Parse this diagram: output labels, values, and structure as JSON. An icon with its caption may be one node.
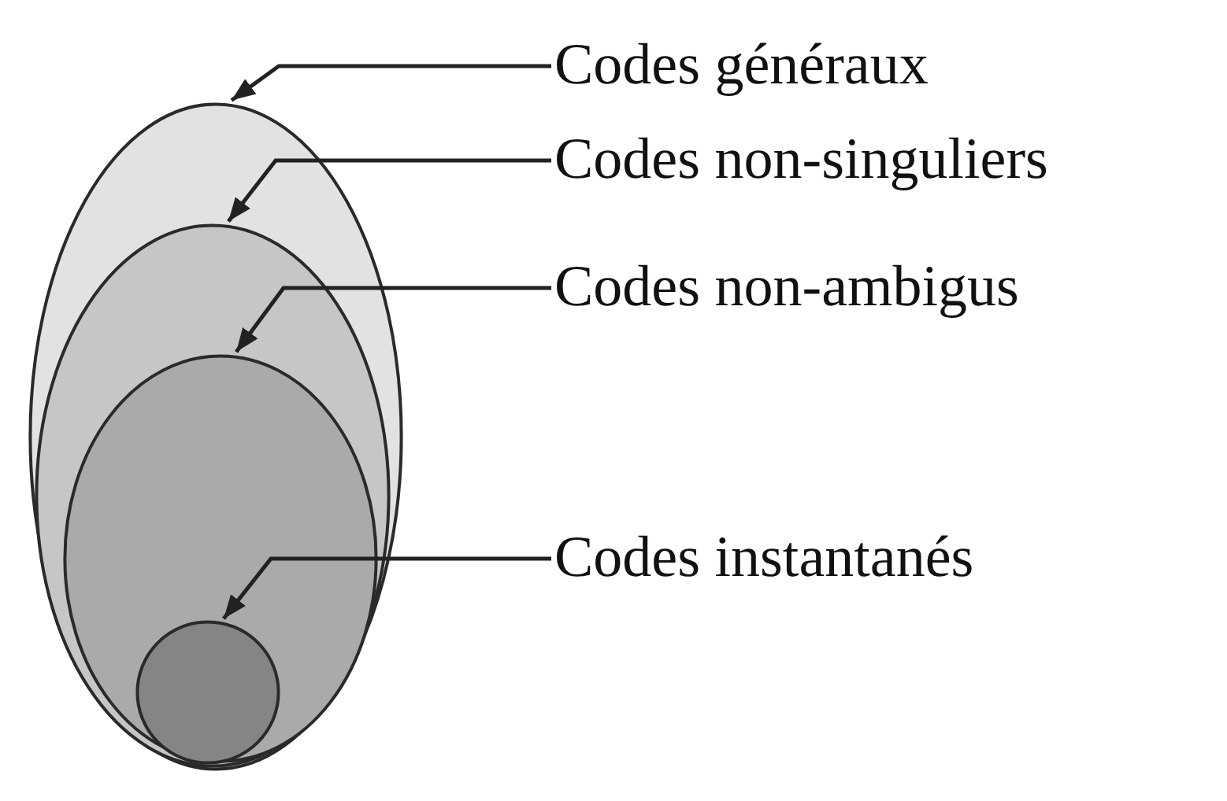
{
  "diagram": {
    "nodes": [
      {
        "text": [],
        "shape": "ellipse"
      },
      {
        "text": [],
        "shape": "ellipse",
        "in": 0
      },
      {
        "text": [],
        "shape": "ellipse",
        "in": 1
      },
      {
        "text": [],
        "shape": "circle",
        "in": 2
      },
      {
        "text": [
          "Codes généraux"
        ]
      },
      {
        "text": [
          "Codes non-singuliers"
        ]
      },
      {
        "text": [
          "Codes non-ambigus"
        ]
      },
      {
        "text": [
          "Codes instantanés"
        ]
      }
    ],
    "edges": [
      {
        "from": 4,
        "to": 0,
        "arrow": "to"
      },
      {
        "from": 5,
        "to": 1,
        "arrow": "to"
      },
      {
        "from": 6,
        "to": 2,
        "arrow": "to"
      },
      {
        "from": 7,
        "to": 3,
        "arrow": "to"
      }
    ]
  }
}
